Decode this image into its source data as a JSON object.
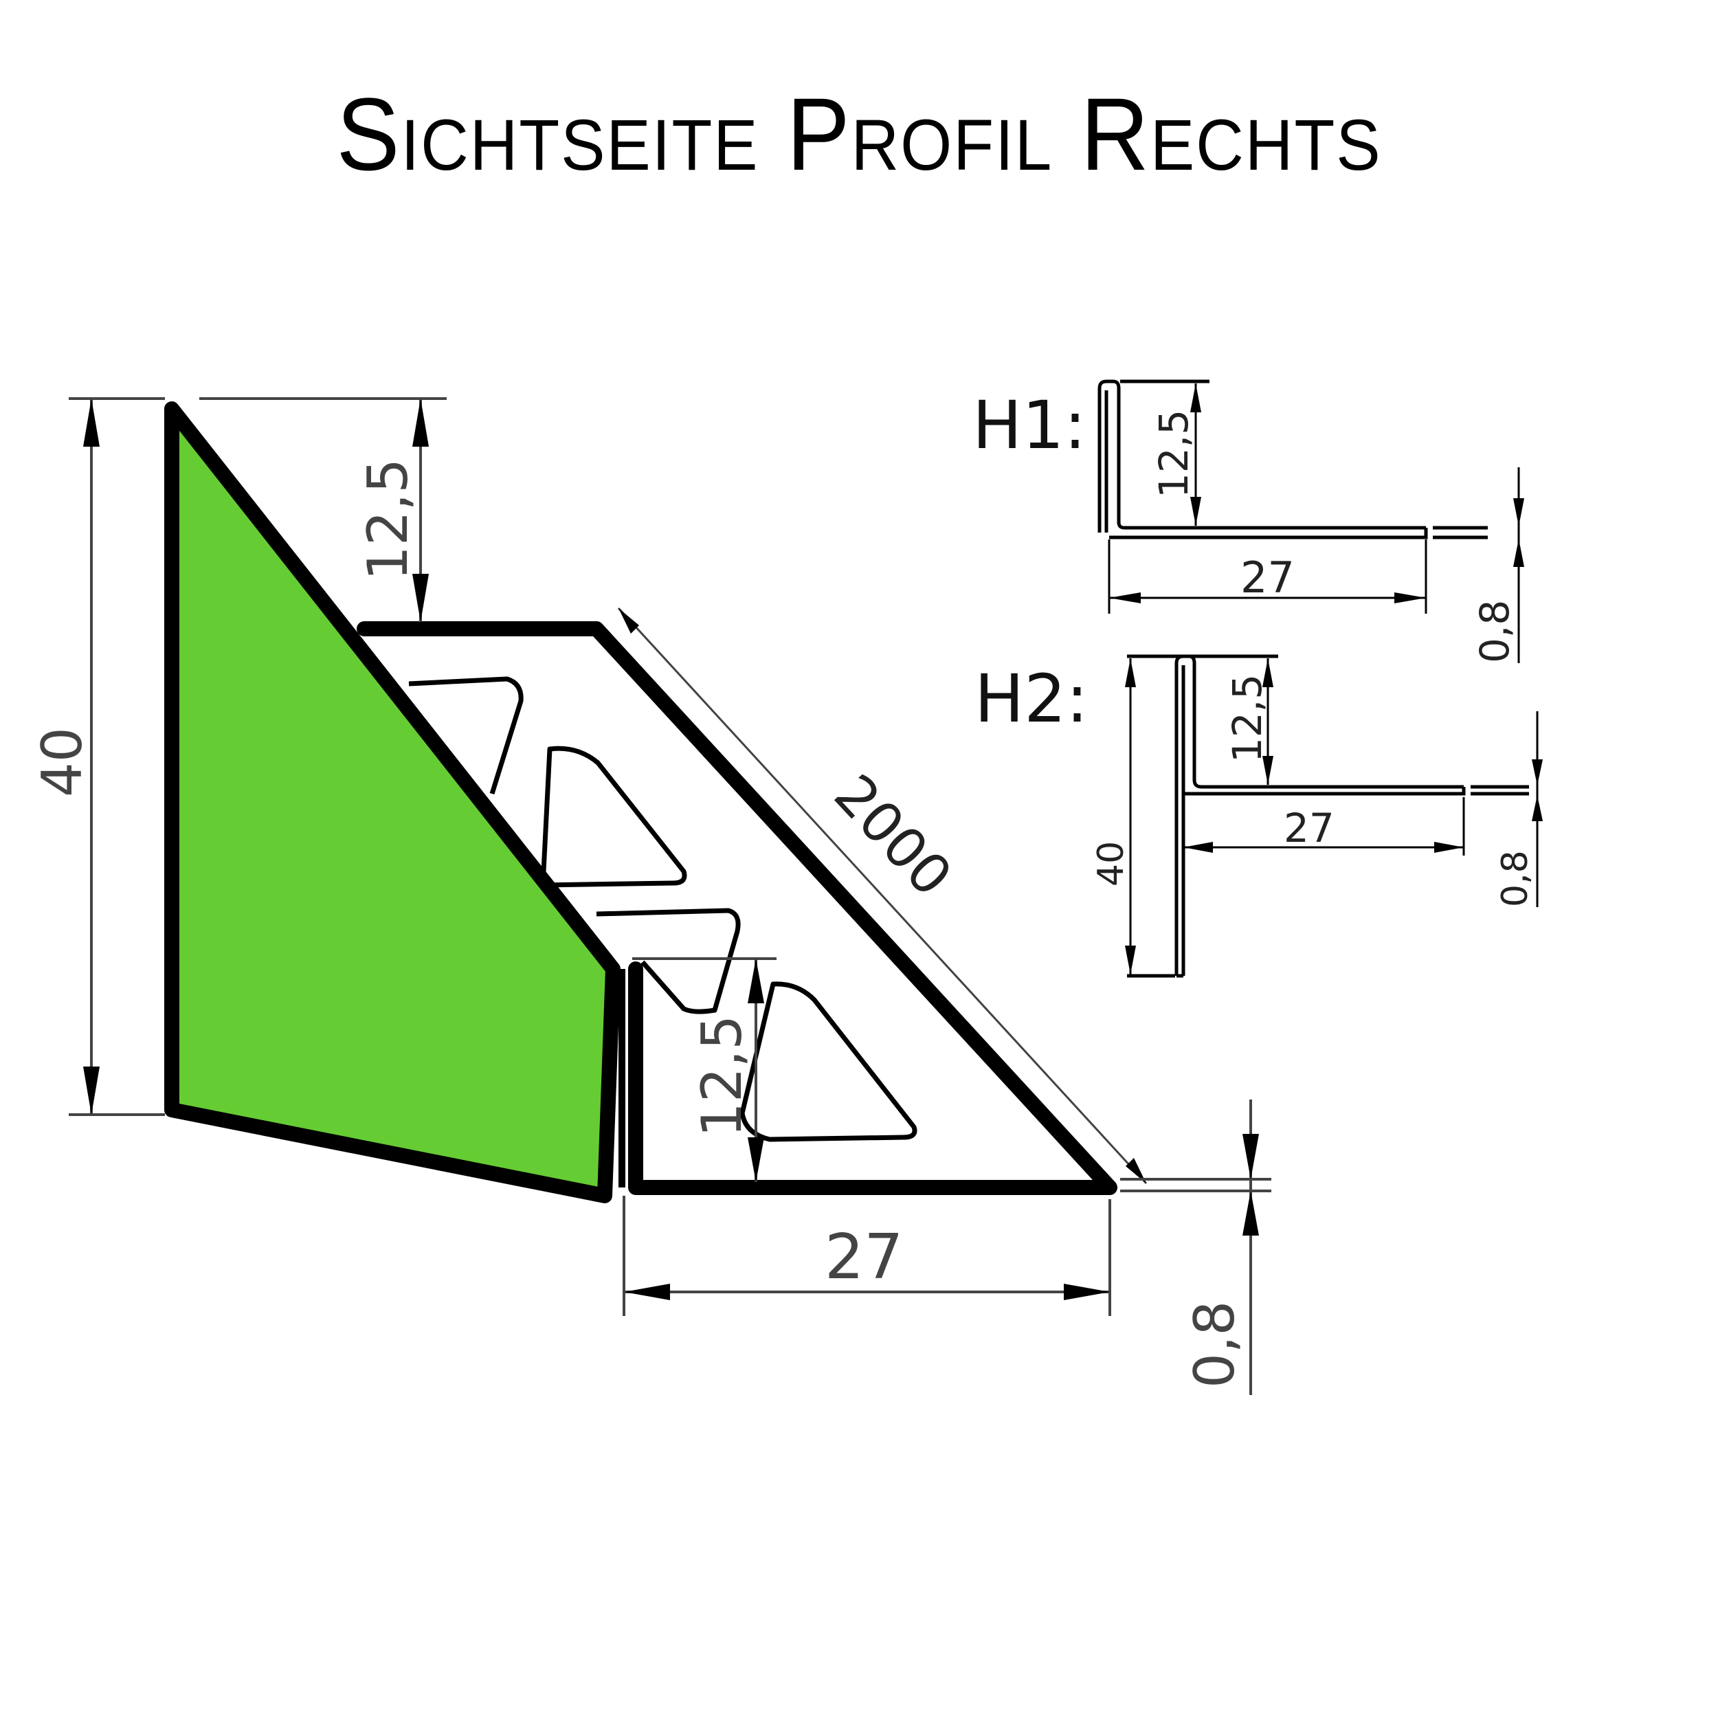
{
  "title": "Sichtseite Profil Rechts",
  "colors": {
    "face_fill": "#66cc33",
    "profile_stroke": "#000000",
    "dimension_line": "#444444",
    "background": "#ffffff"
  },
  "main_view": {
    "dimensions": {
      "height_total": "40",
      "top_leg": "12,5",
      "inner_leg": "12,5",
      "length": "2000",
      "base_width": "27",
      "thickness": "0,8"
    }
  },
  "detail_h1": {
    "label": "H1:",
    "dimensions": {
      "leg_height": "12,5",
      "width": "27",
      "thickness": "0,8"
    }
  },
  "detail_h2": {
    "label": "H2:",
    "dimensions": {
      "total_height": "40",
      "leg_height": "12,5",
      "width": "27",
      "thickness": "0,8"
    }
  }
}
